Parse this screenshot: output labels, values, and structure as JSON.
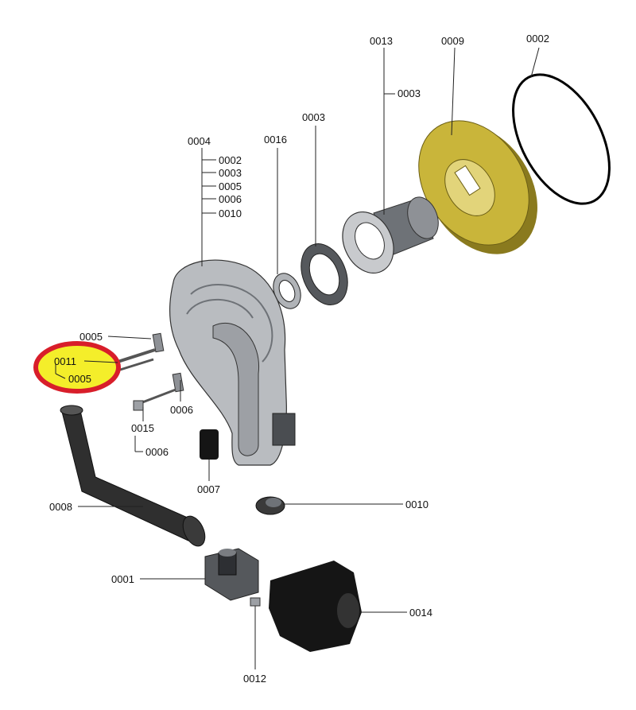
{
  "colors": {
    "housing": "#b9bcc0",
    "housing_dark": "#6e7277",
    "flange": "#a8aaae",
    "cover": "#c9b53a",
    "cover_dark": "#8a7a1e",
    "hose": "#2f2f2f",
    "black_part": "#151515",
    "highlight_ring": "#d81e2a",
    "highlight_fill": "#f4ee2a"
  },
  "labels": {
    "l0013": "0013",
    "l0009": "0009",
    "l0002_top": "0002",
    "l0003_top": "0003",
    "l0003_mid": "0003",
    "l0016": "0016",
    "l0004": "0004",
    "l0004_sub1": "0002",
    "l0004_sub2": "0003",
    "l0004_sub3": "0005",
    "l0004_sub4": "0006",
    "l0004_sub5": "0010",
    "l0005_upper": "0005",
    "l0011": "0011",
    "l0005_lower": "0005",
    "l0006_right": "0006",
    "l0015": "0015",
    "l0006_lower": "0006",
    "l0007": "0007",
    "l0008": "0008",
    "l0010": "0010",
    "l0001": "0001",
    "l0014": "0014",
    "l0012": "0012"
  }
}
